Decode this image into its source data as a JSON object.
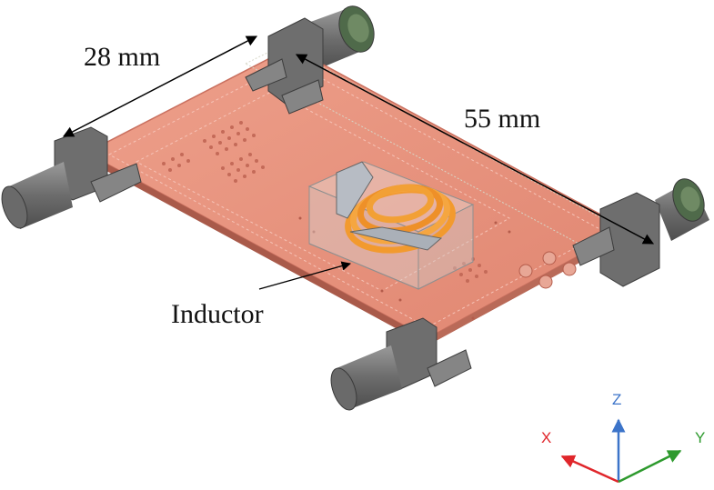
{
  "dimensions": {
    "width_label": "28 mm",
    "length_label": "55 mm"
  },
  "callouts": {
    "inductor_label": "Inductor"
  },
  "axes": {
    "x_label": "X",
    "y_label": "Y",
    "z_label": "Z"
  },
  "colors": {
    "pcb": "#e8937f",
    "pcb_edge": "#c9705f",
    "coil": "#f29a2e",
    "bracket": "#6e6e6e",
    "cylinder": "#7a7a7a",
    "cylinder_cap": "#5f7a55",
    "axis_x": "#e0262b",
    "axis_y": "#2e9a2e",
    "axis_z": "#3c74c9"
  }
}
